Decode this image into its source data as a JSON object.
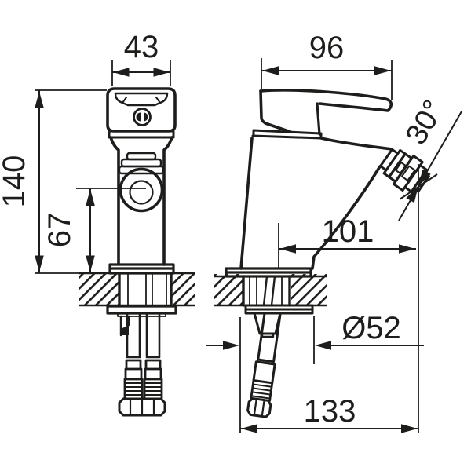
{
  "title": "Bidet mixer tap — dimensional technical drawing",
  "drawing": {
    "line_color": "#1d1d1b",
    "background_color": "#ffffff",
    "views": [
      {
        "id": "front-view",
        "description": "front elevation of single-lever mixer with aerator, mounting shank and two supply hoses"
      },
      {
        "id": "side-view",
        "description": "side elevation with lever, 30-degree aerator outlet, mounting shank and angled supply hose"
      }
    ]
  },
  "dimensions": {
    "front_width": {
      "label": "43"
    },
    "front_height": {
      "label": "140"
    },
    "spout_center_height": {
      "label": "67"
    },
    "side_depth": {
      "label": "96"
    },
    "spout_reach": {
      "label": "101"
    },
    "aerator_angle": {
      "label": "30°"
    },
    "base_diameter": {
      "label": "Ø52"
    },
    "base_depth": {
      "label": "133"
    }
  }
}
